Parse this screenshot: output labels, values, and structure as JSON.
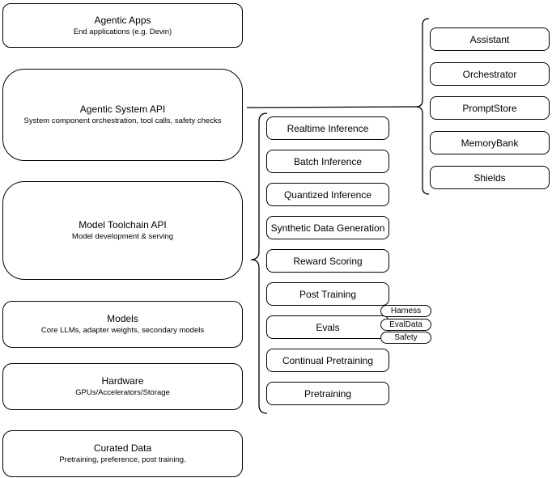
{
  "left_column": [
    {
      "title": "Agentic Apps",
      "subtitle": "End applications (e.g. Devin)"
    },
    {
      "title": "Agentic System API",
      "subtitle": "System component orchestration, tool calls, safety checks"
    },
    {
      "title": "Model Toolchain API",
      "subtitle": "Model development & serving"
    },
    {
      "title": "Models",
      "subtitle": "Core LLMs, adapter weights, secondary models"
    },
    {
      "title": "Hardware",
      "subtitle": "GPUs/Accelerators/Storage"
    },
    {
      "title": "Curated Data",
      "subtitle": "Pretraining, preference, post training."
    }
  ],
  "middle_column": [
    "Realtime Inference",
    "Batch Inference",
    "Quantized Inference",
    "Synthetic Data Generation",
    "Reward Scoring",
    "Post Training",
    "Evals",
    "Continual Pretraining",
    "Pretraining"
  ],
  "eval_tags": [
    "Harness",
    "EvalData",
    "Safety"
  ],
  "right_column": [
    "Assistant",
    "Orchestrator",
    "PromptStore",
    "MemoryBank",
    "Shields"
  ],
  "colors": {
    "stroke": "#000000",
    "fill": "#ffffff",
    "text": "#000000"
  }
}
